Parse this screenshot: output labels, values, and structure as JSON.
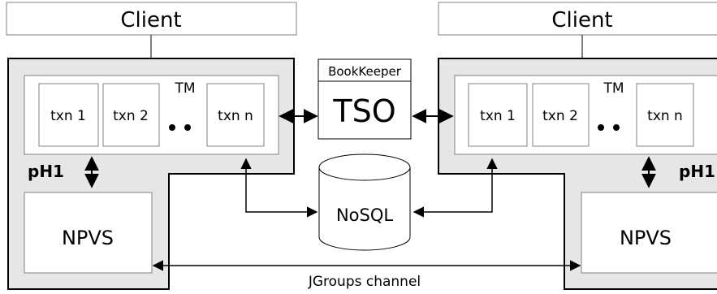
{
  "left_site": {
    "client_label": "Client",
    "tm_label": "TM",
    "txns": [
      "txn 1",
      "txn 2",
      "txn n"
    ],
    "pH1_label": "pH1",
    "npvs_label": "NPVS"
  },
  "right_site": {
    "client_label": "Client",
    "tm_label": "TM",
    "txns": [
      "txn 1",
      "txn 2",
      "txn n"
    ],
    "pH1_label": "pH1",
    "npvs_label": "NPVS"
  },
  "center": {
    "bookkeeper_label": "BookKeeper",
    "tso_label": "TSO",
    "nosql_label": "NoSQL"
  },
  "channel_label": "JGroups channel",
  "colors": {
    "site_fill": "#e6e6e6",
    "box_stroke": "#808080",
    "line": "#000000",
    "white": "#ffffff"
  }
}
